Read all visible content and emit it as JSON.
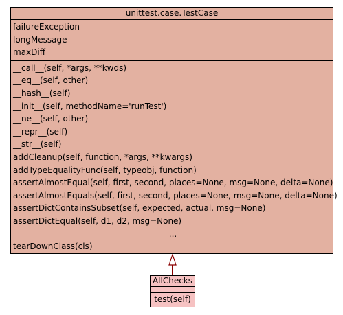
{
  "base_class": {
    "name": "unittest.case.TestCase",
    "attributes": [
      "failureException",
      "longMessage",
      "maxDiff"
    ],
    "methods": [
      "__call__(self, *args, **kwds)",
      "__eq__(self, other)",
      "__hash__(self)",
      "__init__(self, methodName='runTest')",
      "__ne__(self, other)",
      "__repr__(self)",
      "__str__(self)",
      "addCleanup(self, function, *args, **kwargs)",
      "addTypeEqualityFunc(self, typeobj, function)",
      "assertAlmostEqual(self, first, second, places=None, msg=None, delta=None)",
      "assertAlmostEquals(self, first, second, places=None, msg=None, delta=None)",
      "assertDictContainsSubset(self, expected, actual, msg=None)",
      "assertDictEqual(self, d1, d2, msg=None)",
      "...",
      "tearDownClass(cls)"
    ]
  },
  "derived_class": {
    "name": "AllChecks",
    "methods": [
      "test(self)"
    ]
  },
  "colors": {
    "base_fill": "#e3b1a1",
    "derived_fill": "#f6c2c2",
    "inheritance_edge": "#8b0000"
  }
}
